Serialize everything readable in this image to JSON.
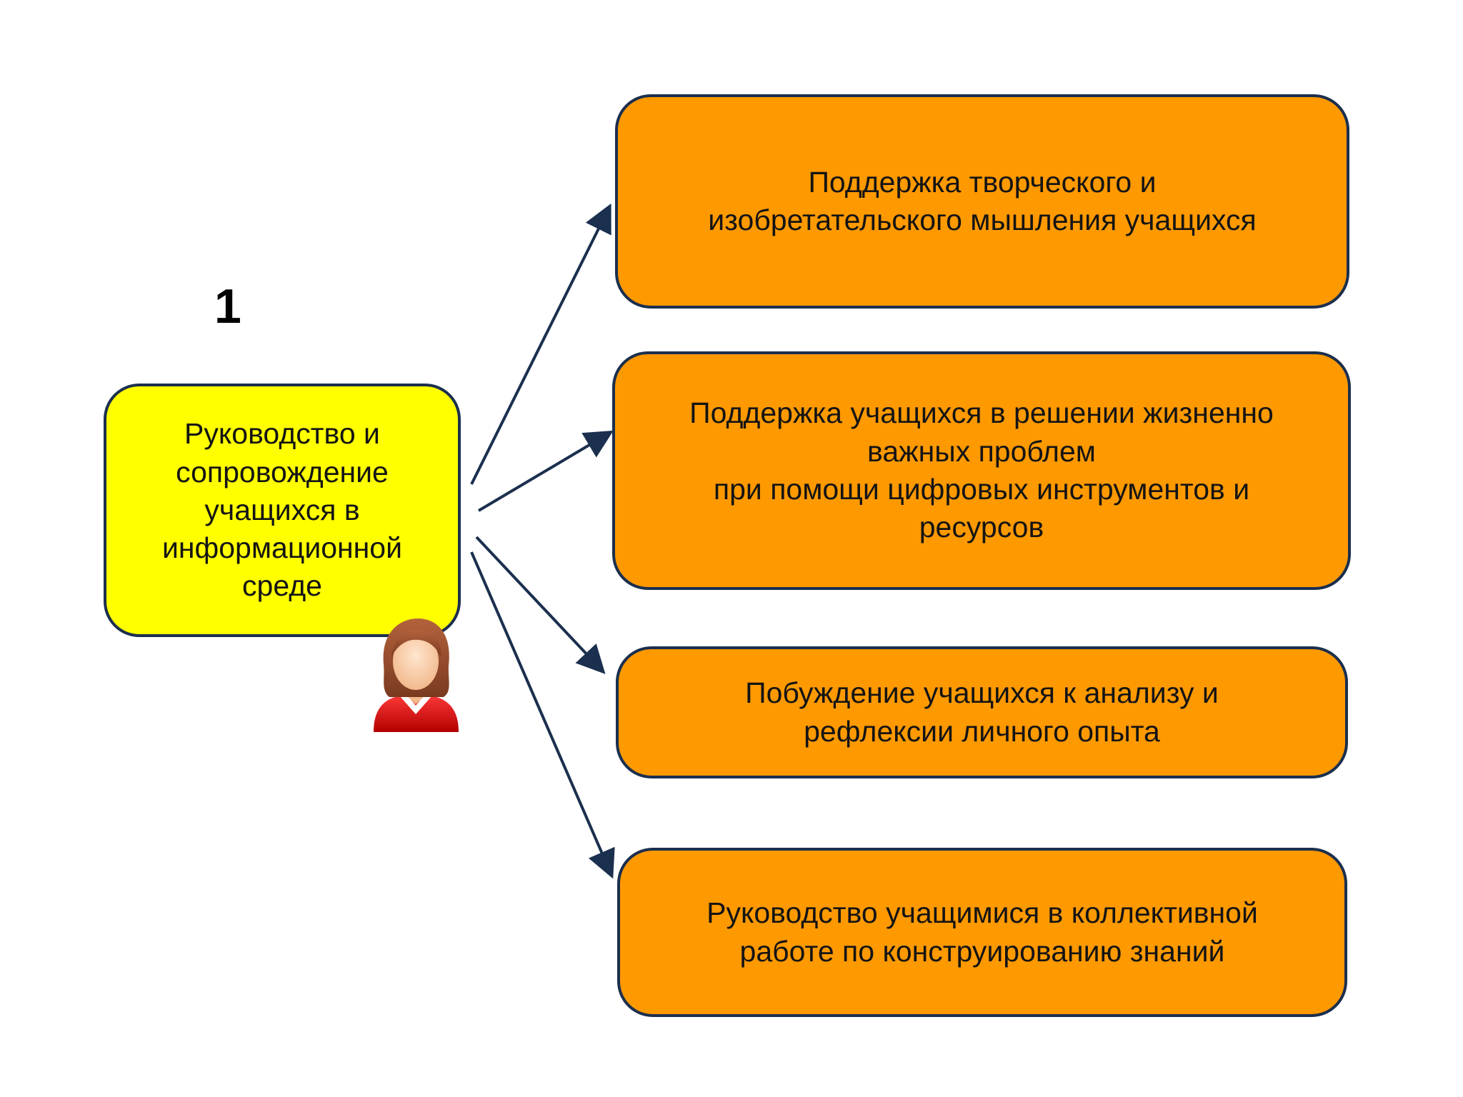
{
  "slide_number": "1",
  "source": {
    "label": "Руководство и\nсопровождение\nучащихся в\nинформационной\nсреде"
  },
  "targets": [
    {
      "label": "Поддержка творческого и\nизобретательского мышления учащихся"
    },
    {
      "label": "Поддержка учащихся в решении жизненно\nважных проблем\nпри помощи цифровых инструментов и\nресурсов"
    },
    {
      "label": "Побуждение учащихся к анализу и\nрефлексии личного опыта"
    },
    {
      "label": "Руководство учащимися в коллективной\nработе по конструированию знаний"
    }
  ],
  "icons": {
    "avatar": "teacher-avatar-icon"
  },
  "colors": {
    "source_fill": "#ffff00",
    "target_fill": "#ff9900",
    "border": "#1b2f4e",
    "arrow": "#1b2f4e"
  }
}
